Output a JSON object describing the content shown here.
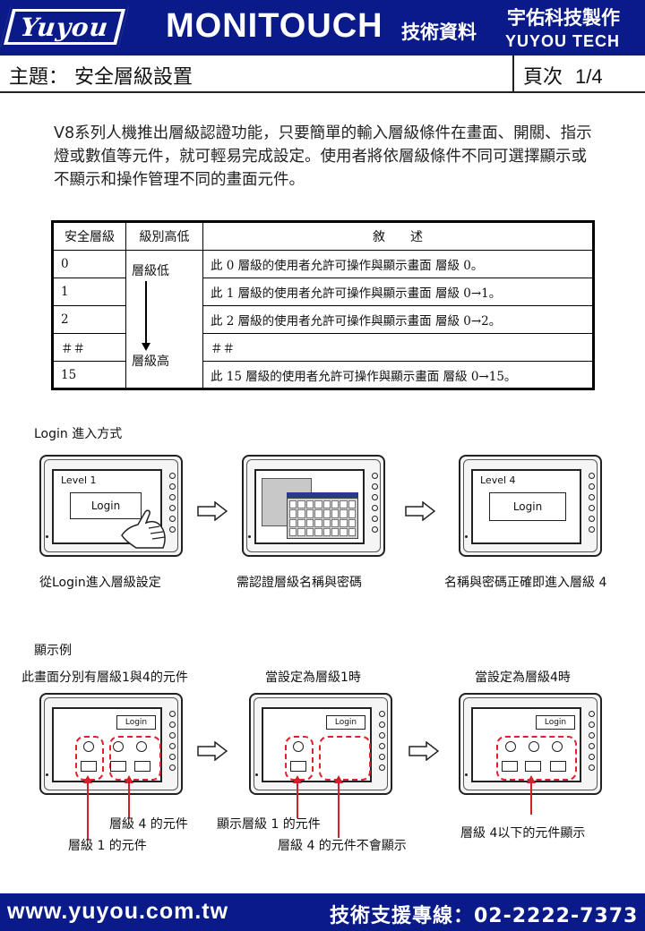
{
  "header": {
    "logo": "Yuyou",
    "title": "MONITOUCH",
    "subtitle": "技術資料",
    "brand_cn": "宇佑科技製作",
    "brand_en": "YUYOU TECH"
  },
  "topic": {
    "label": "主題： 安全層級設置",
    "page_label": "頁次",
    "page": "1/4"
  },
  "intro": "V8系列人機推出層級認證功能，只要簡單的輸入層級條件在畫面、開關、指示燈或數值等元件，就可輕易完成設定。使用者將依層級條件不同可選擇顯示或不顯示和操作管理不同的畫面元件。",
  "table": {
    "headers": [
      "安全層級",
      "級別高低",
      "敘　　述"
    ],
    "level_low": "層級低",
    "level_high": "層級高",
    "rows": [
      {
        "level": "0",
        "desc": "此 0 層級的使用者允許可操作與顯示畫面 層級 0。"
      },
      {
        "level": "1",
        "desc": "此 1 層級的使用者允許可操作與顯示畫面 層級 0→1。"
      },
      {
        "level": "2",
        "desc": "此 2 層級的使用者允許可操作與顯示畫面 層級 0→2。"
      },
      {
        "level": "＃＃",
        "desc": "＃＃"
      },
      {
        "level": "15",
        "desc": "此 15 層級的使用者允許可操作與顯示畫面 層級 0→15。"
      }
    ]
  },
  "login_section": {
    "title": "Login 進入方式",
    "panel1": {
      "level": "Level 1",
      "button": "Login",
      "caption": "從Login進入層級設定"
    },
    "panel2": {
      "caption": "需認證層級名稱與密碼"
    },
    "panel3": {
      "level": "Level 4",
      "button": "Login",
      "caption": "名稱與密碼正確即進入層級 4"
    }
  },
  "display_section": {
    "title": "顯示例",
    "panel1": {
      "title": "此畫面分別有層級1與4的元件",
      "button": "Login"
    },
    "panel2": {
      "title": "當設定為層級1時",
      "button": "Login"
    },
    "panel3": {
      "title": "當設定為層級4時",
      "button": "Login"
    },
    "labels": {
      "l4_parts": "層級 4 的元件",
      "l1_parts": "層級 1 的元件",
      "show_l1": "顯示層級 1 的元件",
      "hide_l4": "層級 4 的元件不會顯示",
      "below_l4": "層級 4以下的元件顯示"
    }
  },
  "footer": {
    "url": "www.yuyou.com.tw",
    "hotline": "技術支援專線：02-2222-7373"
  },
  "colors": {
    "brand": "#0a1a88",
    "highlight": "#e0202a"
  }
}
